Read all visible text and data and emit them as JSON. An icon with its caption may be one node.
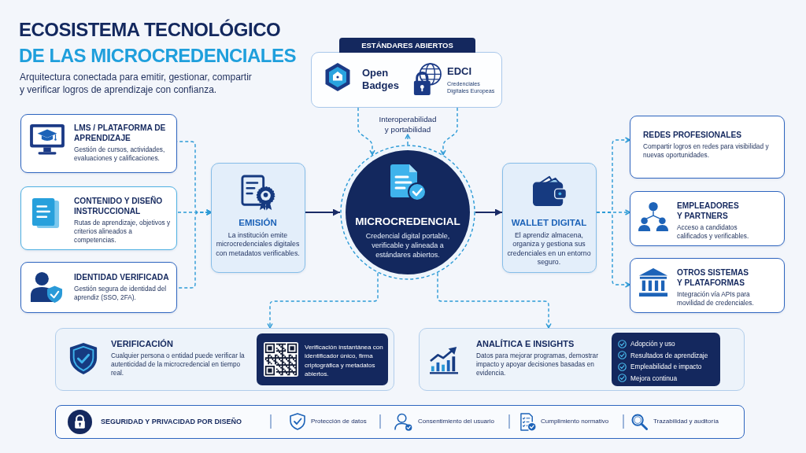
{
  "diagram": {
    "title": "ECOSISTEMA TECNOLÓGICO DE LAS MICROCREDENCIALES",
    "nodes": [
      {
        "text": [
          "ESTÁNDARES ABIERTOS",
          "Open Badges",
          "EDCI",
          "Credenciales Digitales Europeas"
        ]
      },
      {
        "text": [
          "Interoperabilidad y portabilidad"
        ]
      },
      {
        "text": [
          "LMS / PLATAFORMA DE APRENDIZAJE",
          "Gestión de cursos, actividades, evaluaciones y calificaciones."
        ]
      },
      {
        "text": [
          "CONTENIDO Y DISEÑO INSTRUCCIONAL",
          "Rutas de aprendizaje, objetivos y criterios alineados a competencias."
        ]
      },
      {
        "text": [
          "IDENTIDAD VERIFICADA",
          "Gestión segura de identidad del aprendiz (SSO, 2FA)."
        ]
      },
      {
        "text": [
          "EMISIÓN",
          "La institución emite microcredenciales digitales con metadatos verificables."
        ]
      },
      {
        "text": [
          "MICROCREDENCIAL",
          "Credencial digital portable, verificable y alineada a estándares abiertos."
        ]
      },
      {
        "text": [
          "WALLET DIGITAL",
          "El aprendiz almacena, organiza y gestiona sus credenciales en un entorno seguro."
        ]
      },
      {
        "text": [
          "REDES PROFESIONALES",
          "Compartir logros en redes para visibilidad y nuevas oportunidades."
        ]
      },
      {
        "text": [
          "EMPLEADORES Y PARTNERS",
          "Acceso a candidatos calificados y verificables."
        ]
      },
      {
        "text": [
          "OTROS SISTEMAS Y PLATAFORMAS",
          "Integración vía APIs para movilidad de credenciales."
        ]
      },
      {
        "text": [
          "VERIFICACIÓN",
          "Cualquier persona o entidad puede verificar la autenticidad de la microcredencial en tiempo real."
        ]
      },
      {
        "text": [
          "Verificación instantánea con identificador único, firma criptográfica y metadatos abiertos."
        ],
        "in": 11
      },
      {
        "text": [
          "ANALÍTICA E INSIGHTS",
          "Datos para mejorar programas, demostrar impacto y apoyar decisiones basadas en evidencia."
        ]
      },
      {
        "text": [
          "Adopción y uso",
          "Resultados de aprendizaje",
          "Empleabilidad e impacto",
          "Mejora continua"
        ],
        "in": 13
      },
      {
        "text": [
          "SEGURIDAD Y PRIVACIDAD POR DISEÑO",
          "Protección de datos",
          "Consentimiento del usuario",
          "Cumplimiento normativo",
          "Trazabilidad y auditoría"
        ]
      }
    ],
    "edges": [
      {
        "from": 2,
        "to": 5,
        "arrow": "to",
        "style": "dashed"
      },
      {
        "from": 3,
        "to": 5,
        "arrow": "to",
        "style": "dashed"
      },
      {
        "from": 4,
        "to": 5,
        "arrow": "to",
        "style": "dashed"
      },
      {
        "from": 5,
        "to": 6,
        "arrow": "to",
        "color": "#1a2b66"
      },
      {
        "from": 0,
        "to": 6,
        "arrow": "to",
        "style": "dashed"
      },
      {
        "from": 0,
        "to": 6,
        "arrow": "to",
        "style": "dashed"
      },
      {
        "from": 6,
        "to": 1,
        "arrow": "to",
        "style": "dashed"
      },
      {
        "from": 6,
        "to": 7,
        "arrow": "to",
        "color": "#1a2b66"
      },
      {
        "from": 7,
        "to": 8,
        "arrow": "to",
        "style": "dashed"
      },
      {
        "from": 7,
        "to": 9,
        "arrow": "to",
        "style": "dashed"
      },
      {
        "from": 7,
        "to": 10,
        "arrow": "to",
        "style": "dashed"
      },
      {
        "from": 6,
        "to": 11,
        "arrow": "to",
        "style": "dashed"
      },
      {
        "from": 6,
        "to": 13,
        "arrow": "to",
        "style": "dashed"
      }
    ],
    "labels": [
      "Arquitectura conectada para emitir, gestionar, compartir y verificar logros de aprendizaje con confianza."
    ]
  }
}
